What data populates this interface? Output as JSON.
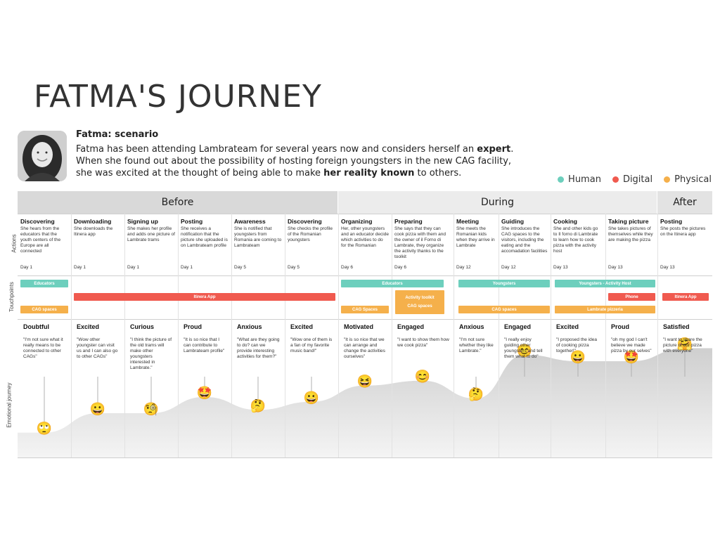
{
  "title": "FATMA'S JOURNEY",
  "scenario": {
    "title": "Fatma: scenario",
    "text_1": "Fatma has been attending Lambrateam for several years now and considers herself an ",
    "text_bold_1": "expert",
    "text_2": ". When she found out about the possibility of hosting foreign youngsters in the new CAG facility, she was excited at the thought of being able to make ",
    "text_bold_2": "her reality known",
    "text_3": " to others."
  },
  "legend": [
    {
      "label": "Human",
      "color": "#6dcfbd"
    },
    {
      "label": "Digital",
      "color": "#f05a4f"
    },
    {
      "label": "Physical",
      "color": "#f5b04b"
    }
  ],
  "phases": [
    "Before",
    "During",
    "After"
  ],
  "row_labels": [
    "Actions",
    "Touchpoints",
    "Emotional journey"
  ],
  "steps": [
    {
      "title": "Discovering",
      "desc": "She hears from the educators that the youth centers of the Europe are all connected",
      "day": "Day 1",
      "emotion": "Doubtful",
      "quote": "\"I'm not sure what it really means to be connected to other CAGs\"",
      "level": 0.14,
      "emoji": "🙄"
    },
    {
      "title": "Downloading",
      "desc": "She downloads the Itinera app",
      "day": "Day 1",
      "emotion": "Excited",
      "quote": "\"Wow other youngster can visit us and I can also go to other CAGs\"",
      "level": 0.26,
      "emoji": "😀"
    },
    {
      "title": "Signing up",
      "desc": "She makes her profile and adds one picture of Lambrate trams",
      "day": "Day 1",
      "emotion": "Curious",
      "quote": "\"I think the picture of the old trams will make other youngsters interested in Lambrate.\"",
      "level": 0.26,
      "emoji": "🧐"
    },
    {
      "title": "Posting",
      "desc": "She receives a notification that the picture she uploaded is on Lambrateam profile",
      "day": "Day 1",
      "emotion": "Proud",
      "quote": "\"It is so nice that I can contribute to Lambrateam profile\"",
      "level": 0.36,
      "emoji": "🤩"
    },
    {
      "title": "Awareness",
      "desc": "She is notified that youngsters from Romania are coming to Lambrateam",
      "day": "Day 5",
      "emotion": "Anxious",
      "quote": "\"What are they going to do? can we provide interesting activities for them?\"",
      "level": 0.28,
      "emoji": "🤔"
    },
    {
      "title": "Discovering",
      "desc": "She checks the profile of the Romanian youngsters",
      "day": "Day 5",
      "emotion": "Excited",
      "quote": "\"Wow one of them is a fan of my favorite music band!\"",
      "level": 0.33,
      "emoji": "😀"
    },
    {
      "title": "Organizing",
      "desc": "Her, other youngsters and an educator decide which activities to do for the Romanian",
      "day": "Day 6",
      "emotion": "Motivated",
      "quote": "\"It is so nice that we can arrange and change the activities ourselves\"",
      "level": 0.43,
      "emoji": "😆"
    },
    {
      "title": "Preparing",
      "desc": "She says that they can cook pizza with them and the owner of il Forno di Lambrate, they organize the activity thanks to the toolkit",
      "day": "Day 6",
      "emotion": "Engaged",
      "quote": "\"I want to show them how we cook pizza\"",
      "level": 0.46,
      "emoji": "😊"
    },
    {
      "title": "Meeting",
      "desc": "She meets the Romanian kids when they arrive in Lambrate",
      "day": "Day 12",
      "emotion": "Anxious",
      "quote": "\"I'm not sure whether they like Lambrate.\"",
      "level": 0.35,
      "emoji": "🤔"
    },
    {
      "title": "Guiding",
      "desc": "She introduces the CAG spaces to the visitors, including the eating and the accomadation facilities",
      "day": "Day 12",
      "emotion": "Engaged",
      "quote": "\"I really enjoy guiding other youngsters and tell them what to do\"",
      "level": 0.62,
      "emoji": "😊"
    },
    {
      "title": "Cooking",
      "desc": "She and other kids go to Il forno di Lambrate to learn how to cook pizza with the activity host",
      "day": "Day 13",
      "emotion": "Excited",
      "quote": "\"I proposed the idea of cooking pizza together!\"",
      "level": 0.58,
      "emoji": "😀"
    },
    {
      "title": "Taking picture",
      "desc": "She takes pictures of themselves while they are making the pizza",
      "day": "Day 13",
      "emotion": "Proud",
      "quote": "\"oh my god I can't believe we made pizza by our selves\"",
      "level": 0.58,
      "emoji": "🤩"
    },
    {
      "title": "Posting",
      "desc": "She posts the pictures on the Itinera app",
      "day": "Day 13",
      "emotion": "Satisfied",
      "quote": "\"I want to share the picture of our pizza with everyone\"",
      "level": 0.66,
      "emoji": "🤗"
    }
  ],
  "touchpoints": {
    "educators_1": "Educators",
    "cag_spaces_1": "CAG spaces",
    "itinera_app_1": "Itinera App",
    "educators_2": "Educators",
    "activity_toolkit": "Activity toolkit",
    "cag_spaces_2": "CAG Spaces",
    "cag_spaces_3": "CAG spaces",
    "youngsters": "Youngsters",
    "cag_spaces_4": "CAG spaces",
    "youngsters_host": "Youngsters - Activity Host",
    "phone": "Phone",
    "lambrate_pizzeria": "Lambrate pizzeria",
    "itinera_app_2": "Itinera App"
  }
}
